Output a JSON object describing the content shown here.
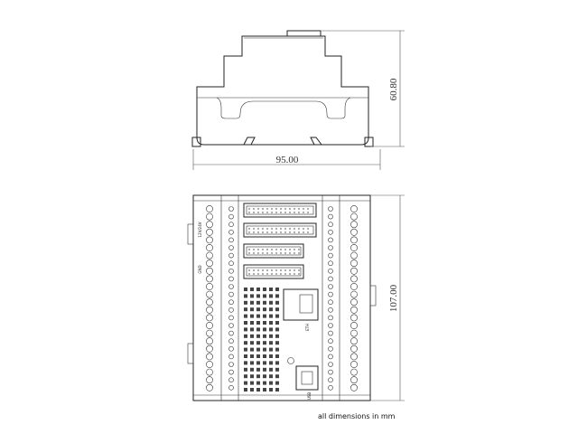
{
  "top_view": {
    "width_dimension": "95.00",
    "height_dimension": "60.80"
  },
  "front_view": {
    "height_dimension": "107.00",
    "eth_label": "ETH",
    "usb_label": "USB",
    "power_label": "12V/24V",
    "gnd_label": "GND"
  },
  "note": "all dimensions in mm"
}
